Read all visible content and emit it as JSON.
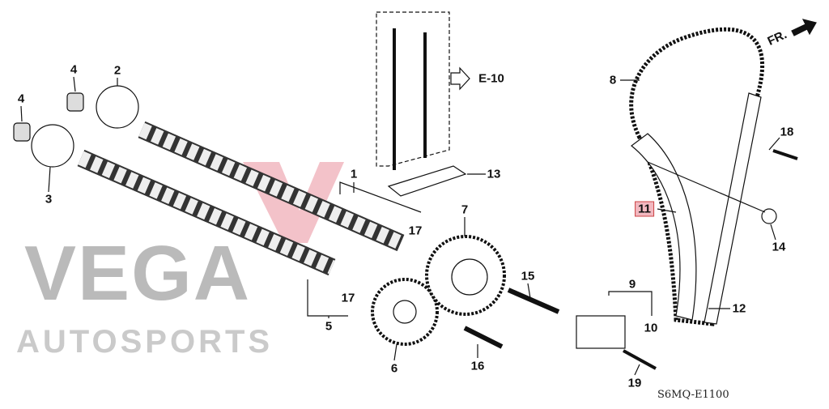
{
  "diagram": {
    "code": "S6MQ-E1100",
    "reference_arrow": "E-10",
    "front_label": "FR.",
    "callouts": [
      "4",
      "2",
      "4",
      "3",
      "1",
      "17",
      "17",
      "5",
      "13",
      "7",
      "8",
      "18",
      "11",
      "14",
      "12",
      "9",
      "10",
      "15",
      "19",
      "6",
      "16"
    ]
  },
  "watermark": {
    "line1": "VEGA",
    "line2": "AUTOSPORTS"
  }
}
